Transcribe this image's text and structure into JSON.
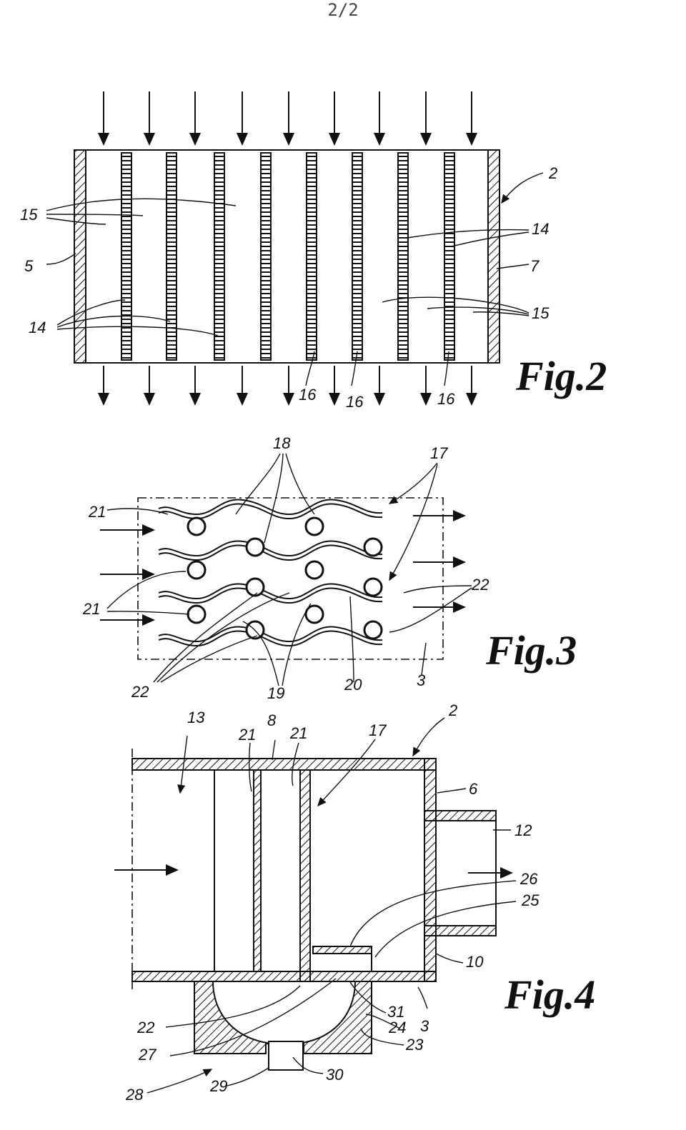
{
  "page_number": "2/2",
  "figures": {
    "fig2": {
      "caption": "Fig.2",
      "labels": {
        "l2": "2",
        "l15a": "15",
        "l5": "5",
        "l14a": "14",
        "l7": "7",
        "l14b": "14",
        "l15b": "15",
        "l16a": "16",
        "l16b": "16",
        "l16c": "16"
      }
    },
    "fig3": {
      "caption": "Fig.3",
      "labels": {
        "l18": "18",
        "l17": "17",
        "l21a": "21",
        "l21b": "21",
        "l22a": "22",
        "l22b": "22",
        "l19": "19",
        "l20": "20",
        "l3": "3"
      }
    },
    "fig4": {
      "caption": "Fig.4",
      "labels": {
        "l13": "13",
        "l21a": "21",
        "l8": "8",
        "l21b": "21",
        "l17": "17",
        "l2": "2",
        "l6": "6",
        "l12": "12",
        "l26": "26",
        "l25": "25",
        "l10": "10",
        "l22": "22",
        "l31": "31",
        "l24": "24",
        "l3": "3",
        "l27": "27",
        "l23": "23",
        "l28": "28",
        "l29": "29",
        "l30": "30"
      }
    }
  }
}
